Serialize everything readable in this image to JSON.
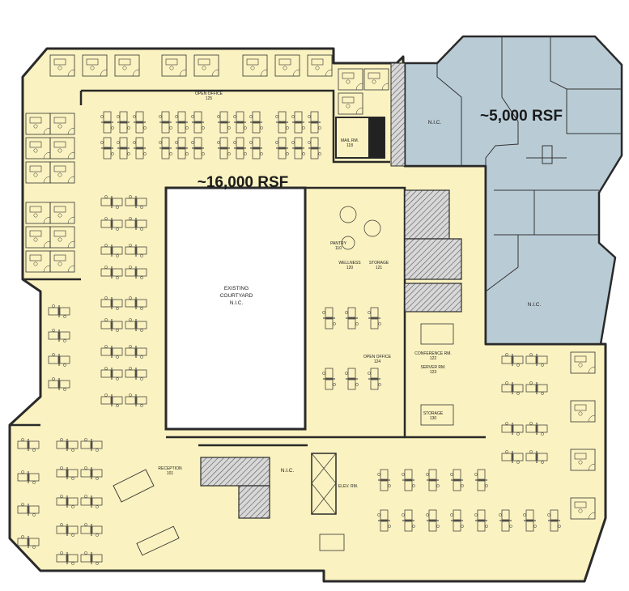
{
  "colors": {
    "floor": "#faf2c0",
    "nic": "#b9ccd6",
    "wall": "#2a2a2a",
    "hatch": "#555555",
    "courtyard": "#ffffff"
  },
  "areas": {
    "main_area": "~16,000 RSF",
    "expansion_area": "~5,000 RSF"
  },
  "courtyard": {
    "line1": "EXISTING",
    "line2": "COURTYARD",
    "line3": "N.I.C."
  },
  "nic_labels": {
    "top_right": "N.I.C.",
    "right": "N.I.C.",
    "bottom": "N.I.C."
  },
  "rooms": {
    "open_office_top": "OPEN OFFICE",
    "open_office_top_no": "125",
    "mail_room": "MAIL RM.",
    "mail_room_no": "118",
    "pantry": "PANTRY",
    "pantry_no": "110",
    "wellness": "WELLNESS",
    "wellness_no": "120",
    "storage_mid": "STORAGE",
    "storage_mid_no": "121",
    "open_office_mid": "OPEN OFFICE",
    "open_office_mid_no": "124",
    "conference": "CONFERENCE RM.",
    "conference_no": "122",
    "server": "SERVER RM.",
    "server_no": "123",
    "storage_low": "STORAGE",
    "storage_low_no": "130",
    "reception": "RECEPTION",
    "reception_no": "101",
    "elev": "ELEV. RM."
  }
}
